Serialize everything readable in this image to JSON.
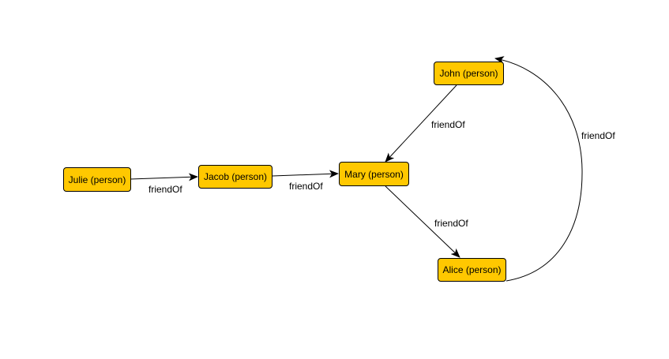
{
  "colors": {
    "node_fill": "#ffc800",
    "node_border": "#000000",
    "edge": "#000000",
    "background": "#ffffff"
  },
  "nodes": {
    "julie": "Julie (person)",
    "jacob": "Jacob (person)",
    "mary": "Mary (person)",
    "john": "John (person)",
    "alice": "Alice (person)"
  },
  "edges": [
    {
      "from": "Julie (person)",
      "to": "Jacob (person)",
      "label": "friendOf"
    },
    {
      "from": "Jacob (person)",
      "to": "Mary (person)",
      "label": "friendOf"
    },
    {
      "from": "John (person)",
      "to": "Mary (person)",
      "label": "friendOf"
    },
    {
      "from": "Mary (person)",
      "to": "Alice (person)",
      "label": "friendOf"
    },
    {
      "from": "Alice (person)",
      "to": "John (person)",
      "label": "friendOf"
    }
  ]
}
